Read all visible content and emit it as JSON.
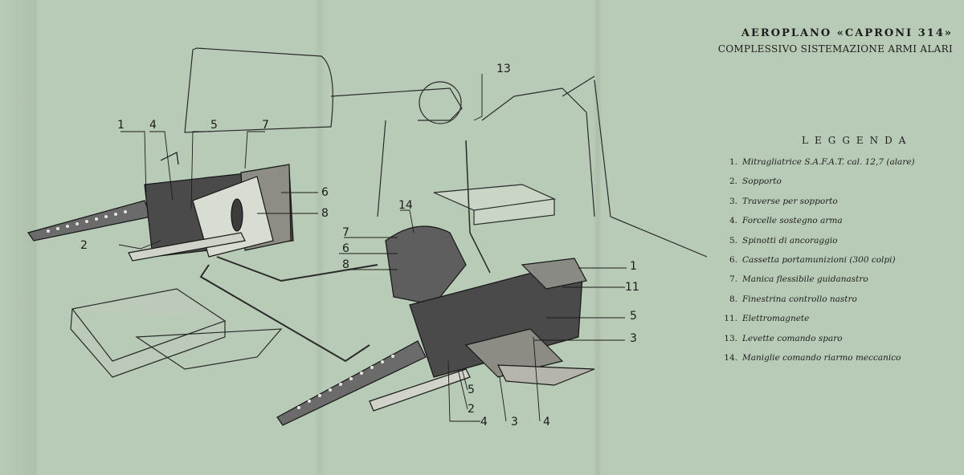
{
  "title": {
    "line1": "AEROPLANO «CAPRONI 314»",
    "line2": "COMPLESSIVO SISTEMAZIONE ARMI ALARI"
  },
  "legend": {
    "heading": "LEGGENDA",
    "items": [
      {
        "num": "1.",
        "text": "Mitragliatrice S.A.F.A.T. cal. 12,7 (alare)"
      },
      {
        "num": "2.",
        "text": "Sopporto"
      },
      {
        "num": "3.",
        "text": "Traverse per sopporto"
      },
      {
        "num": "4.",
        "text": "Forcelle sostegno arma"
      },
      {
        "num": "5.",
        "text": "Spinotti di ancoraggio"
      },
      {
        "num": "6.",
        "text": "Cassetta portamunizioni (300 colpi)"
      },
      {
        "num": "7.",
        "text": "Manica flessibile guidanastro"
      },
      {
        "num": "8.",
        "text": "Finestrina controllo nastro"
      },
      {
        "num": "11.",
        "text": "Elettromagnete"
      },
      {
        "num": "13.",
        "text": "Levette comando sparo"
      },
      {
        "num": "14.",
        "text": "Maniglie comando riarmo meccanico"
      }
    ]
  },
  "callouts": {
    "c1a": "1",
    "c4a": "4",
    "c5a": "5",
    "c7a": "7",
    "c6a": "6",
    "c8a": "8",
    "c2a": "2",
    "c13": "13",
    "c14": "14",
    "c7b": "7",
    "c6b": "6",
    "c8b": "8",
    "c1b": "1",
    "c11": "11",
    "c5b": "5",
    "c3b": "3",
    "c5c": "5",
    "c2c": "2",
    "c4c": "4",
    "c3c": "3",
    "c4d": "4"
  },
  "colors": {
    "paper": "#b8cbb6",
    "ink": "#1b1b1b"
  }
}
